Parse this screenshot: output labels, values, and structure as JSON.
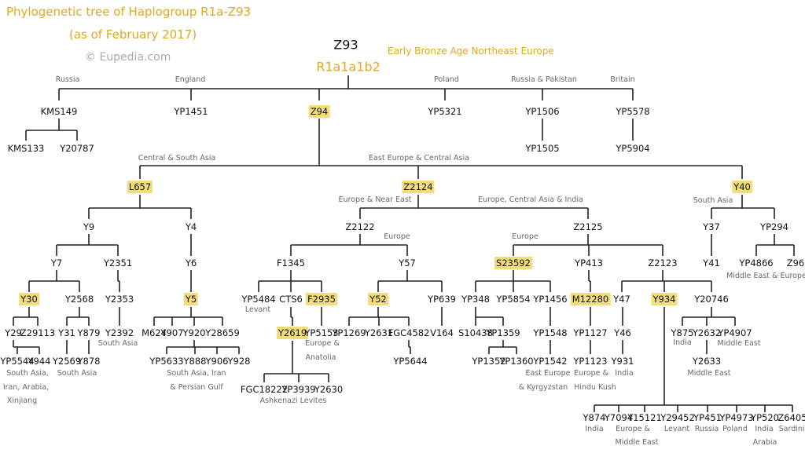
{
  "title": {
    "line1": "Phylogenetic tree of Haplogroup R1a-Z93",
    "line2": "(as of February 2017)",
    "copyright": "© Eupedia.com"
  },
  "root": {
    "name": "Z93",
    "alias": "R1a1a1b2",
    "period": "Early Bronze Age Northeast Europe"
  },
  "colors": {
    "accent": "#e0a81c",
    "highlight": "#f3dc7a",
    "line": "#222222",
    "region": "#666666"
  },
  "nodes": [
    "KMS149",
    "YP1451",
    "Z94",
    "YP5321",
    "YP1506",
    "YP5578",
    "KMS133",
    "Y20787",
    "YP1505",
    "YP5904",
    "L657",
    "Z2124",
    "Y40",
    "Y9",
    "Y4",
    "Y7",
    "Y2351",
    "Y6",
    "Y30",
    "Y2568",
    "Y2353",
    "Y5",
    "Y29",
    "Z29113",
    "Y31",
    "Y879",
    "Y2392",
    "M624",
    "Y907",
    "Y920",
    "Y28659",
    "YP5544",
    "Y944",
    "Y2569",
    "Y878",
    "YP5633",
    "Y888",
    "Y906",
    "Y928",
    "Z2122",
    "Z2125",
    "F1345",
    "Y57",
    "YP5484",
    "CTS6",
    "F2935",
    "Y2619",
    "YP5153",
    "FGC18222",
    "YP3939",
    "Y2630",
    "Y52",
    "YP639",
    "YP1269",
    "Y2631",
    "FGC4582",
    "V164",
    "YP5644",
    "S23592",
    "YP413",
    "Z2123",
    "YP348",
    "YP5854",
    "YP1456",
    "M12280",
    "Y47",
    "Y934",
    "Y20746",
    "S10438",
    "YP1359",
    "YP1352",
    "YP1360",
    "YP1548",
    "YP1542",
    "YP1127",
    "YP1123",
    "Y46",
    "Y931",
    "Y875",
    "Y2632",
    "YP4907",
    "Y2633",
    "Y874",
    "Y7094",
    "Y15121",
    "Y29452",
    "YP451",
    "YP4973",
    "YP520",
    "Z6405",
    "Y37",
    "YP294",
    "Y41",
    "YP4866",
    "Z96"
  ],
  "highlighted": [
    "Z94",
    "L657",
    "Z2124",
    "Y40",
    "Y30",
    "Y5",
    "F2935",
    "Y2619",
    "Y52",
    "S23592",
    "M12280",
    "Y934"
  ],
  "regions": [
    "Russia",
    "England",
    "Poland",
    "Russia & Pakistan",
    "Britain",
    "Central & South Asia",
    "East Europe & Central Asia",
    "South Asia",
    "Europe & Near East",
    "Europe, Central Asia & India",
    "Europe",
    "Europe",
    "South Asia",
    "South Asia,",
    "Iran, Arabia,",
    "Xinjiang",
    "South Asia",
    "South Asia, Iran",
    "& Persian Gulf",
    "Levant",
    "Europe &",
    "Anatolia",
    "Ashkenazi Levites",
    "East Europe",
    "& Kyrgyzstan",
    "Europe &",
    "Hindu Kush",
    "India",
    "India",
    "Middle East",
    "Middle East",
    "India",
    "Europe &",
    "Levant",
    "Russia",
    "Poland",
    "India",
    "Sardinia",
    "Middle East",
    "Arabia",
    "Middle East & Europe"
  ]
}
